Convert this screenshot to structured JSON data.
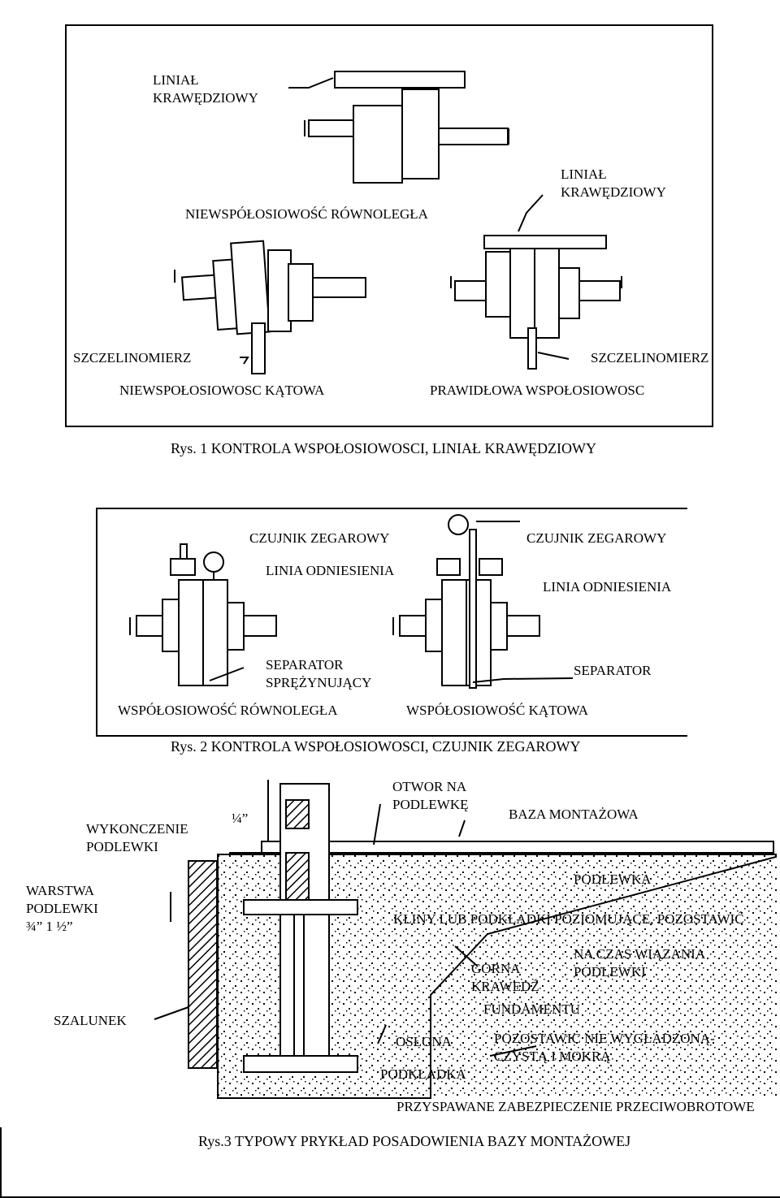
{
  "fig1": {
    "label_ruler_top_line1": "LINIAŁ",
    "label_ruler_top_line2": "KRAWĘDZIOWY",
    "label_ruler_right_line1": "LINIAŁ",
    "label_ruler_right_line2": "KRAWĘDZIOWY",
    "label_parallel": "NIEWSPÓŁOSIOWOŚĆ RÓWNOLEGŁA",
    "label_feeler_left": "SZCZELINOMIERZ",
    "label_feeler_right": "SZCZELINOMIERZ",
    "label_angular": "NIEWSPOŁOSIOWOSC KĄTOWA",
    "label_correct": "PRAWIDŁOWA WSPOŁOSIOWOSC",
    "caption": "Rys. 1 KONTROLA WSPOŁOSIOWOSCI, LINIAŁ KRAWĘDZIOWY"
  },
  "fig2": {
    "label_dial_left": "CZUJNIK ZEGAROWY",
    "label_dial_right": "CZUJNIK ZEGAROWY",
    "label_ref_left": "LINIA ODNIESIENIA",
    "label_ref_right": "LINIA ODNIESIENIA",
    "label_spacer_spring_line1": "SEPARATOR",
    "label_spacer_spring_line2": "SPRĘŻYNUJĄCY",
    "label_spacer": "SEPARATOR",
    "label_parallel": "WSPÓŁOSIOWOŚĆ RÓWNOLEGŁA",
    "label_angular": "WSPÓŁOSIOWOŚĆ KĄTOWA",
    "caption": "Rys. 2 KONTROLA WSPOŁOSIOWOSCI, CZUJNIK ZEGAROWY"
  },
  "fig3": {
    "label_hole_line1": "OTWOR NA",
    "label_hole_line2": "PODLEWKĘ",
    "label_base": "BAZA MONTAŻOWA",
    "label_quarter": "¼”",
    "label_finish_line1": "WYKONCZENIE",
    "label_finish_line2": "PODLEWKI",
    "label_layer_line1": "WARSTWA",
    "label_layer_line2": "PODLEWKI",
    "label_layer_line3": "¾”   1 ½”",
    "label_grout": "PODLEWKA",
    "label_wedges": "KLINY LUB PODKŁADKI POZIOMUJĄCE, POZOSTAWIĆ",
    "label_setting_line1": "NA CZAS WIĄZANIA",
    "label_setting_line2": "PODLEWKI",
    "label_top_edge_line1": "GORNA",
    "label_top_edge_line2": "KRAWEDŹ",
    "label_foundation": "FUNDAMENTU",
    "label_formwork": "SZALUNEK",
    "label_sleeve": "OSŁONA",
    "label_leave_line1": "POZOSTAWIC NIE WYGŁADZONĄ-",
    "label_leave_line2": "CZYSTĄ I MOKRĄ",
    "label_washer": "PODKŁADKA",
    "label_welded": "PRZYSPAWANE ZABEZPIECZENIE PRZECIWOBROTOWE",
    "caption": "Rys.3 TYPOWY PRYKŁAD POSADOWIENIA BAZY MONTAŻOWEJ"
  }
}
